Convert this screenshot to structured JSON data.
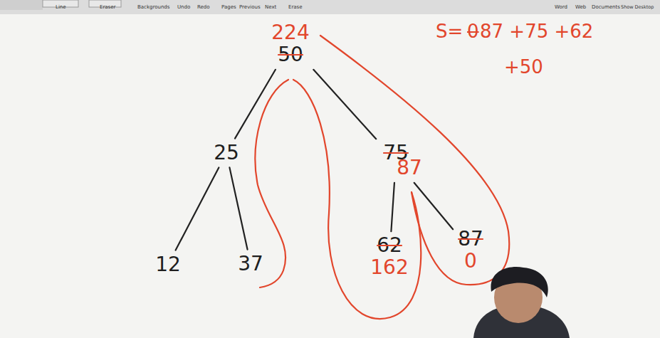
{
  "diagram": {
    "nodes": [
      {
        "text": [
          "224",
          "50"
        ]
      },
      {
        "text": [
          "25"
        ]
      },
      {
        "text": [
          "75",
          "87"
        ]
      },
      {
        "text": [
          "12"
        ]
      },
      {
        "text": [
          "37"
        ]
      },
      {
        "text": [
          "62",
          "162"
        ]
      },
      {
        "text": [
          "87",
          "0"
        ]
      }
    ],
    "edges": [
      {
        "from": 0,
        "to": 1,
        "arrow": "none"
      },
      {
        "from": 0,
        "to": 2,
        "arrow": "none"
      },
      {
        "from": 1,
        "to": 3,
        "arrow": "none"
      },
      {
        "from": 1,
        "to": 4,
        "arrow": "none"
      },
      {
        "from": 2,
        "to": 5,
        "arrow": "none"
      },
      {
        "from": 2,
        "to": 6,
        "arrow": "none"
      }
    ],
    "labels": [
      "Line",
      "Eraser",
      "Backgrounds",
      "Undo",
      "Redo",
      "Pages",
      "Previous",
      "Next",
      "Erase",
      "Word",
      "Web",
      "Documents",
      "Show Desktop",
      "S=",
      "0",
      "87 +75 +62",
      "+50"
    ]
  }
}
